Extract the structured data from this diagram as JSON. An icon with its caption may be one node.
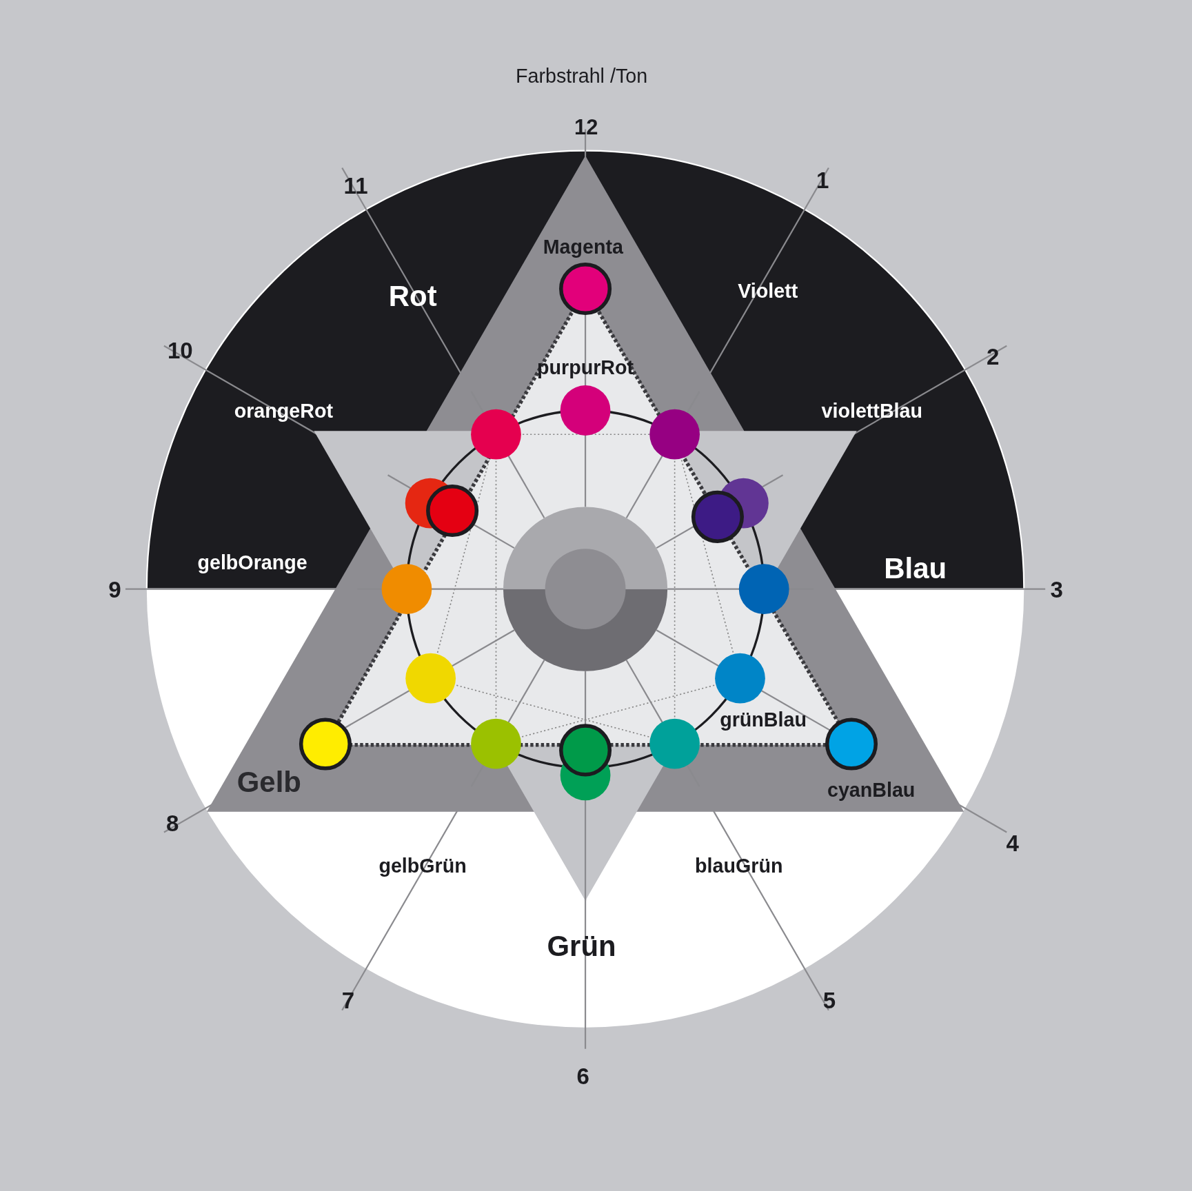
{
  "diagram": {
    "title": "Farbstrahl /Ton",
    "labels": [
      "12",
      "11",
      "1",
      "Magenta",
      "Rot",
      "Violett",
      "10",
      "purpurRot",
      "2",
      "orangeRot",
      "violettBlau",
      "gelbOrange",
      "Blau",
      "9",
      "3",
      "grünBlau",
      "Gelb",
      "cyanBlau",
      "8",
      "4",
      "gelbGrün",
      "blauGrün",
      "Grün",
      "7",
      "5",
      "6"
    ]
  }
}
